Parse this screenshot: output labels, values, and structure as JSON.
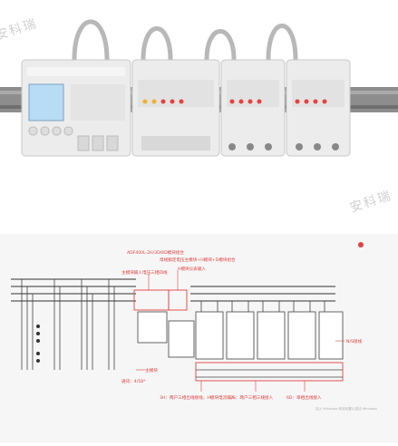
{
  "watermark": "安科瑞",
  "photo": {
    "module_count": 4
  },
  "schematic": {
    "annotations": {
      "a1": "ADF400L-2H/3D/6D模块组合",
      "a2": "母线额定电压主模块+H模块+D模块组合",
      "a3": "主模块输入电压三相四线",
      "a4": "H模块仪表输入",
      "a5": "N/S接线",
      "a6": "主模块",
      "a7": "通讯：4/1B*",
      "a8": "3H：两户三相出线接线，H模块电流输入",
      "a9": "2S：两户三相三线接入",
      "a10": "6D：单相出线接入"
    },
    "faint_note": "加入 Windows 转到设置以激活 Windows"
  },
  "colors": {
    "accent": "#e04040",
    "wire": "#333333"
  }
}
